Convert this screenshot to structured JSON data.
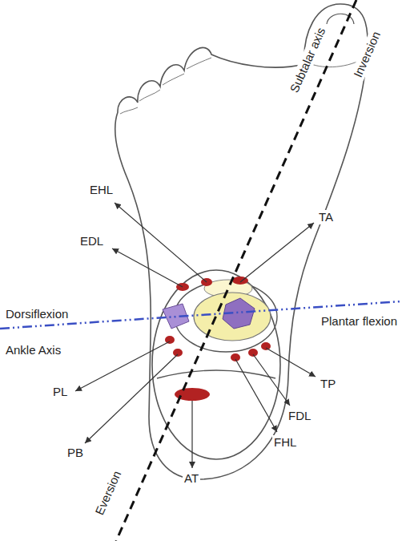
{
  "diagram": {
    "labels": [
      "Subtalar axis",
      "Inversion",
      "EHL",
      "TA",
      "EDL",
      "Dorsiflexion",
      "Plantar flexion",
      "Ankle Axis",
      "PL",
      "TP",
      "PB",
      "FDL",
      "FHL",
      "AT",
      "Eversion"
    ]
  }
}
